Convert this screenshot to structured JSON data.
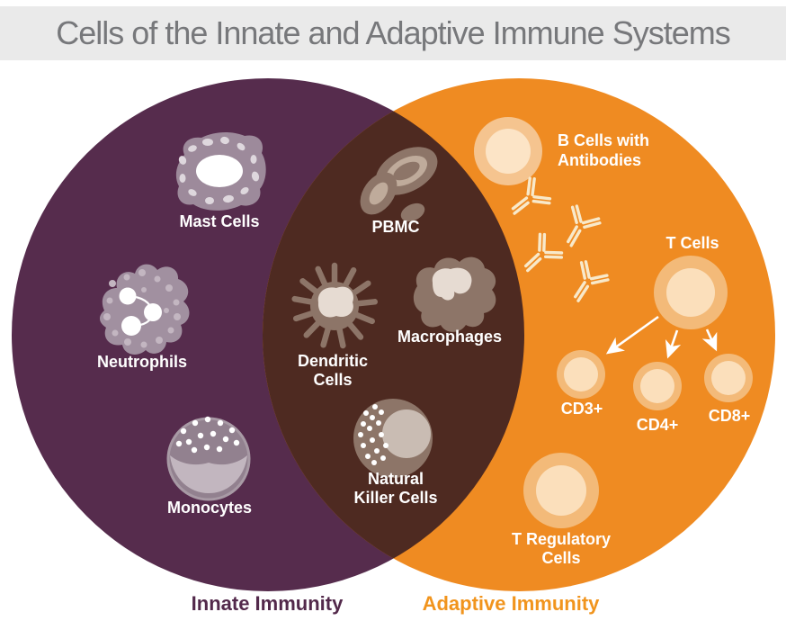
{
  "title": "Cells of the Innate and Adaptive Immune Systems",
  "regions": {
    "innate": {
      "label": "Innate Immunity",
      "cells": [
        "Mast Cells",
        "Neutrophils",
        "Monocytes"
      ]
    },
    "shared": {
      "cells": [
        "PBMC",
        "Dendritic Cells",
        "Macrophages",
        "Natural Killer Cells"
      ]
    },
    "adaptive": {
      "label": "Adaptive Immunity",
      "cells": [
        "B Cells with Antibodies",
        "T Cells",
        "CD3+",
        "CD4+",
        "CD8+",
        "T Regulatory Cells"
      ]
    }
  },
  "labels": {
    "mast": [
      "Mast Cells"
    ],
    "neutrophils": [
      "Neutrophils"
    ],
    "monocytes": [
      "Monocytes"
    ],
    "pbmc": [
      "PBMC"
    ],
    "dendritic": [
      "Dendritic",
      "Cells"
    ],
    "macrophages": [
      "Macrophages"
    ],
    "natural_killer": [
      "Natural",
      "Killer Cells"
    ],
    "b_cells": [
      "B Cells with",
      "Antibodies"
    ],
    "t_cells": [
      "T Cells"
    ],
    "cd3": [
      "CD3+"
    ],
    "cd4": [
      "CD4+"
    ],
    "cd8": [
      "CD8+"
    ],
    "t_regulatory": [
      "T Regulatory",
      "Cells"
    ]
  },
  "colors": {
    "titlebar_bg": "#eaeaea",
    "title_text": "#77787b",
    "innate_circle": "#562c4d",
    "adaptive_circle": "#ef8b22",
    "overlap": "#4e2a21",
    "innate_label": "#53294b",
    "adaptive_label": "#f1941d",
    "cell_label": "#ffffff",
    "arrow": "#ffffff",
    "antibody": "#f8e9ca"
  }
}
